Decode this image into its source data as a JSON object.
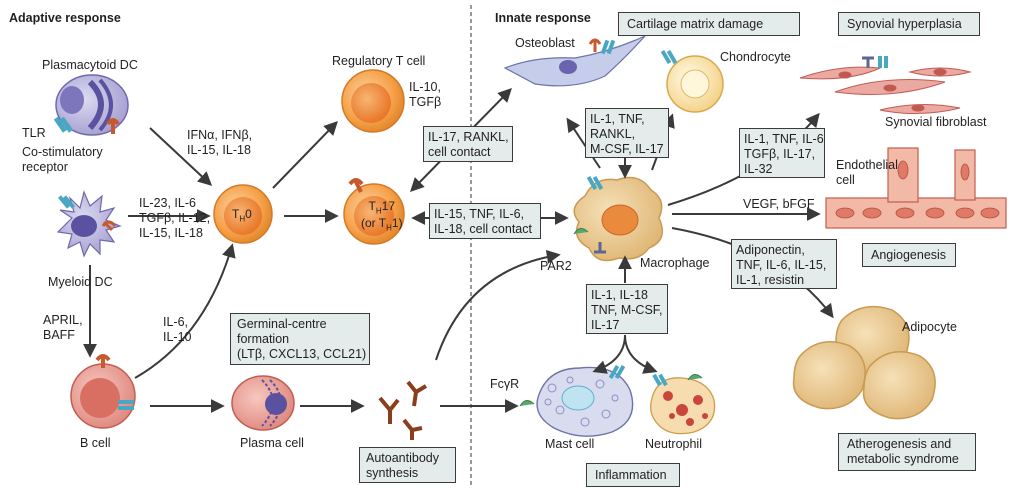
{
  "headers": {
    "adaptive": "Adaptive response",
    "innate": "Innate response"
  },
  "cells": {
    "plasmacytoid_dc": "Plasmacytoid DC",
    "tlr": "TLR",
    "costim": "Co-stimulatory\nreceptor",
    "myeloid_dc": "Myeloid DC",
    "b_cell": "B cell",
    "plasma_cell": "Plasma cell",
    "regulatory_t": "Regulatory T cell",
    "th0": "T",
    "th0_sub": "H",
    "th0_tail": "0",
    "th17_line1": "T",
    "th17_sub": "H",
    "th17_tail": "17",
    "th17_line2": "(or T",
    "th17_sub2": "H",
    "th17_tail2": "1)",
    "osteoblast": "Osteoblast",
    "chondrocyte": "Chondrocyte",
    "synovial_fibroblast": "Synovial fibroblast",
    "endothelial": "Endothelial\ncell",
    "macrophage": "Macrophage",
    "par2": "PAR2",
    "adipocyte": "Adipocyte",
    "mast_cell": "Mast cell",
    "neutrophil": "Neutrophil",
    "fcgr": "FcγR"
  },
  "labels": {
    "ifn": "IFNα, IFNβ,\nIL-15, IL-18",
    "il23": "IL-23, IL-6\nTGFβ, IL-12,\nIL-15, IL-18",
    "treg_cyt": "IL-10,\nTGFβ",
    "april": "APRIL,\nBAFF",
    "il6_il10": "IL-6,\nIL-10",
    "vegf": "VEGF, bFGF"
  },
  "boxes": {
    "cartilage": "Cartilage matrix damage",
    "synovial_hyperplasia": "Synovial hyperplasia",
    "il17_rankl": "IL-17, RANKL,\ncell contact",
    "il1_tnf_rankl": "IL-1, TNF,\nRANKL,\nM-CSF, IL-17",
    "il15_tnf": "IL-15, TNF, IL-6,\nIL-18, cell contact",
    "il1_tgf": "IL-1, TNF, IL-6\nTGFβ, IL-17,\nIL-32",
    "adiponectin": "Adiponectin,\nTNF, IL-6, IL-15,\nIL-1, resistin",
    "angiogenesis": "Angiogenesis",
    "il1_il18": "IL-1, IL-18\nTNF, M-CSF,\nIL-17",
    "germinal": "Germinal-centre\nformation\n(LTβ, CXCL13, CCL21)",
    "autoantibody": "Autoantibody\nsynthesis",
    "inflammation": "Inflammation",
    "atherogenesis": "Atherogenesis and\nmetabolic syndrome"
  },
  "colors": {
    "orange": "#f7a64a",
    "orange_dark": "#e8872a",
    "lavender": "#b7b3da",
    "purple": "#6a63ad",
    "salmon": "#e9958e",
    "tan": "#ecc98a",
    "box_fill": "#e3ebeb",
    "teal": "#4aa7c4",
    "rust": "#c8582e",
    "green": "#58a86a"
  }
}
